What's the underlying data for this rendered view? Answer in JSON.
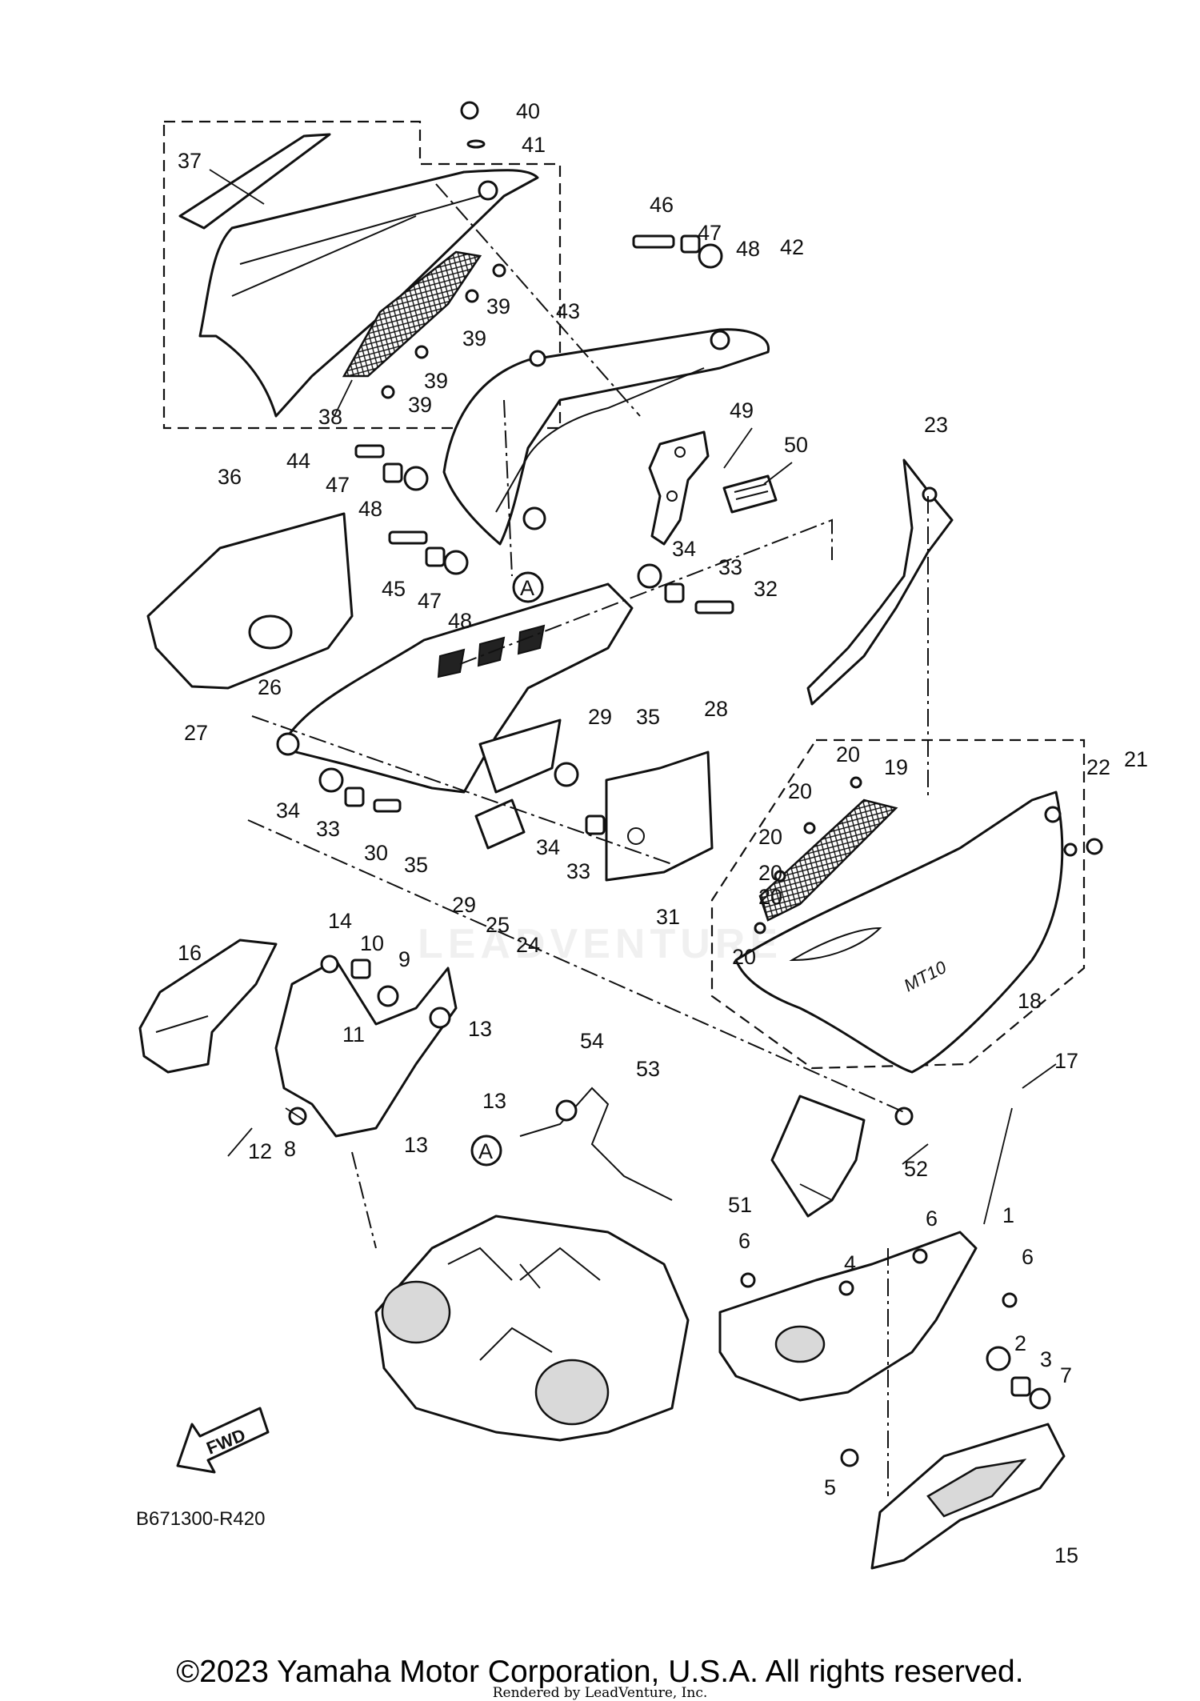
{
  "diagram": {
    "callouts": [
      "1",
      "2",
      "3",
      "4",
      "5",
      "6",
      "6",
      "6",
      "7",
      "8",
      "9",
      "10",
      "11",
      "12",
      "13",
      "13",
      "13",
      "14",
      "15",
      "16",
      "17",
      "18",
      "19",
      "20",
      "20",
      "20",
      "20",
      "20",
      "20",
      "21",
      "22",
      "23",
      "24",
      "25",
      "26",
      "27",
      "28",
      "29",
      "29",
      "30",
      "31",
      "32",
      "33",
      "33",
      "33",
      "34",
      "34",
      "34",
      "35",
      "35",
      "36",
      "37",
      "38",
      "39",
      "39",
      "39",
      "39",
      "40",
      "41",
      "42",
      "43",
      "44",
      "45",
      "46",
      "47",
      "47",
      "47",
      "48",
      "48",
      "48",
      "49",
      "50",
      "51",
      "52",
      "53",
      "54"
    ],
    "circle_labels": [
      "A",
      "A"
    ],
    "fwd_label": "FWD",
    "ref_code": "B671300-R420",
    "badge_text": "MT10"
  },
  "watermark": "LEADVENTURE",
  "footer": {
    "copyright": "©2023 Yamaha Motor Corporation, U.S.A. All rights reserved.",
    "rendered_by": "Rendered by LeadVenture, Inc."
  }
}
